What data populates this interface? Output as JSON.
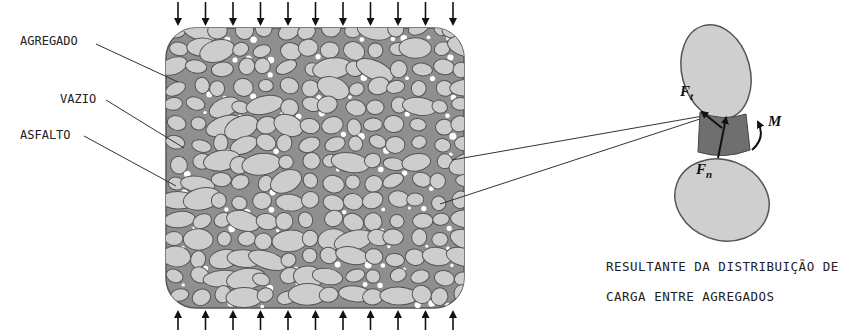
{
  "diagram": {
    "caption": "RESULTANTE DA DISTRIBUIÇÃO DE CARGA ENTRE AGREGADOS",
    "labels": [
      "AGREGADO",
      "VAZIO",
      "ASFALTO",
      "Ft",
      "Fn",
      "M"
    ]
  }
}
